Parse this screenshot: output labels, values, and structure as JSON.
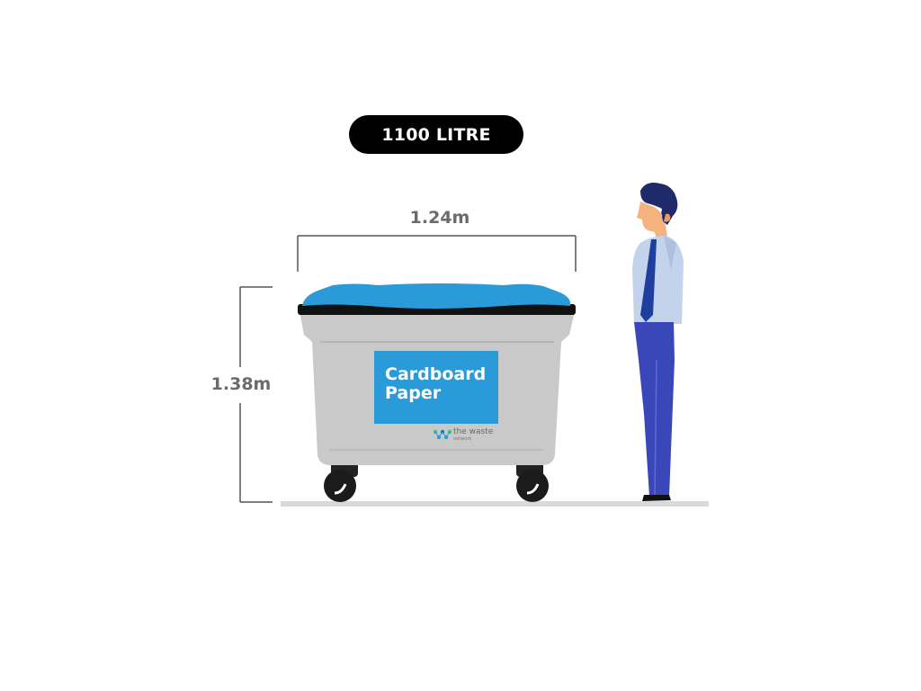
{
  "capacity_label": "1100 LITRE",
  "width_label": "1.24m",
  "height_label": "1.38m",
  "bin": {
    "sign_line1": "Cardboard",
    "sign_line2": "Paper",
    "brand_name": "the waste",
    "brand_sub": "network",
    "colors": {
      "lid": "#2a9ad8",
      "body": "#c8c8c8",
      "sign": "#2a9ad8"
    }
  },
  "person": {
    "icon": "standing-man-figure"
  },
  "colors": {
    "dimension_lines": "#555555",
    "ground": "#d9d9d9"
  }
}
